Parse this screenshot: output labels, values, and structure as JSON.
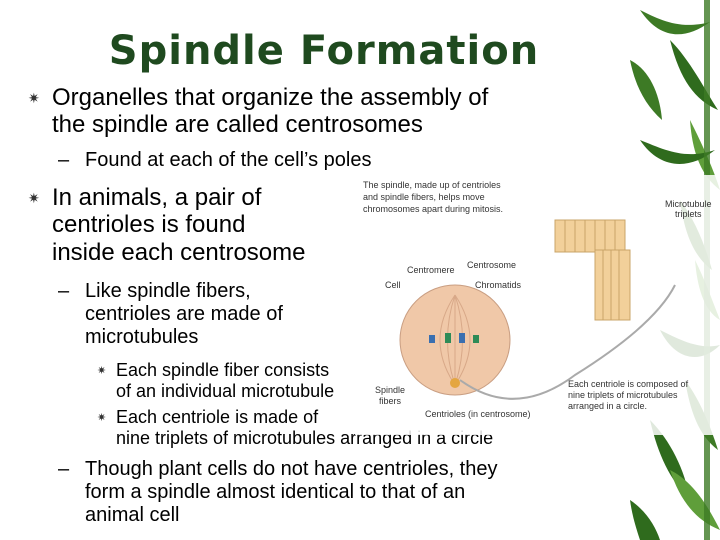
{
  "slide": {
    "title": "Spindle Formation",
    "bullet_symbol": "✷",
    "dash_symbol": "–",
    "b1_line1": "Organelles that organize the assembly of",
    "b1_line2": "the spindle are called centrosomes",
    "b1_sub": "Found at each of the cell’s poles",
    "b2_line1": "In animals, a pair of",
    "b2_line2": "centrioles is found",
    "b2_line3": "inside each centrosome",
    "b2_sub_line1": "Like spindle fibers,",
    "b2_sub_line2": "centrioles are made of",
    "b2_sub_line3": "microtubules",
    "b3a_line1": "Each spindle fiber consists",
    "b3a_line2": "of an individual microtubule",
    "b3b_line1": "Each centriole is made of",
    "b3b_line2": "nine triplets of microtubules arranged in a circle",
    "b4_line1": "Though plant cells do not have centrioles, they",
    "b4_line2": "form a spindle almost identical to that of an",
    "b4_line3": "animal cell"
  },
  "figure": {
    "caption_line1": "The spindle, made up of centrioles",
    "caption_line2": "and spindle fibers, helps move",
    "caption_line3": "chromosomes apart during mitosis.",
    "label_centromere": "Centromere",
    "label_centrosome": "Centrosome",
    "label_cell": "Cell",
    "label_chromatids": "Chromatids",
    "label_spindle_fibers_1": "Spindle",
    "label_spindle_fibers_2": "fibers",
    "label_centrioles": "Centrioles (in centrosome)",
    "label_triplets_1": "Microtubule",
    "label_triplets_2": "triplets",
    "note_line1": "Each centriole is composed of",
    "note_line2": "nine triplets of microtubules",
    "note_line3": "arranged in a circle."
  },
  "colors": {
    "title": "#1f4a1f",
    "bamboo_dark": "#2f6b1d",
    "bamboo_light": "#5f9e3a",
    "centriole": "#f2d09a",
    "cell": "#f0c8a8"
  }
}
